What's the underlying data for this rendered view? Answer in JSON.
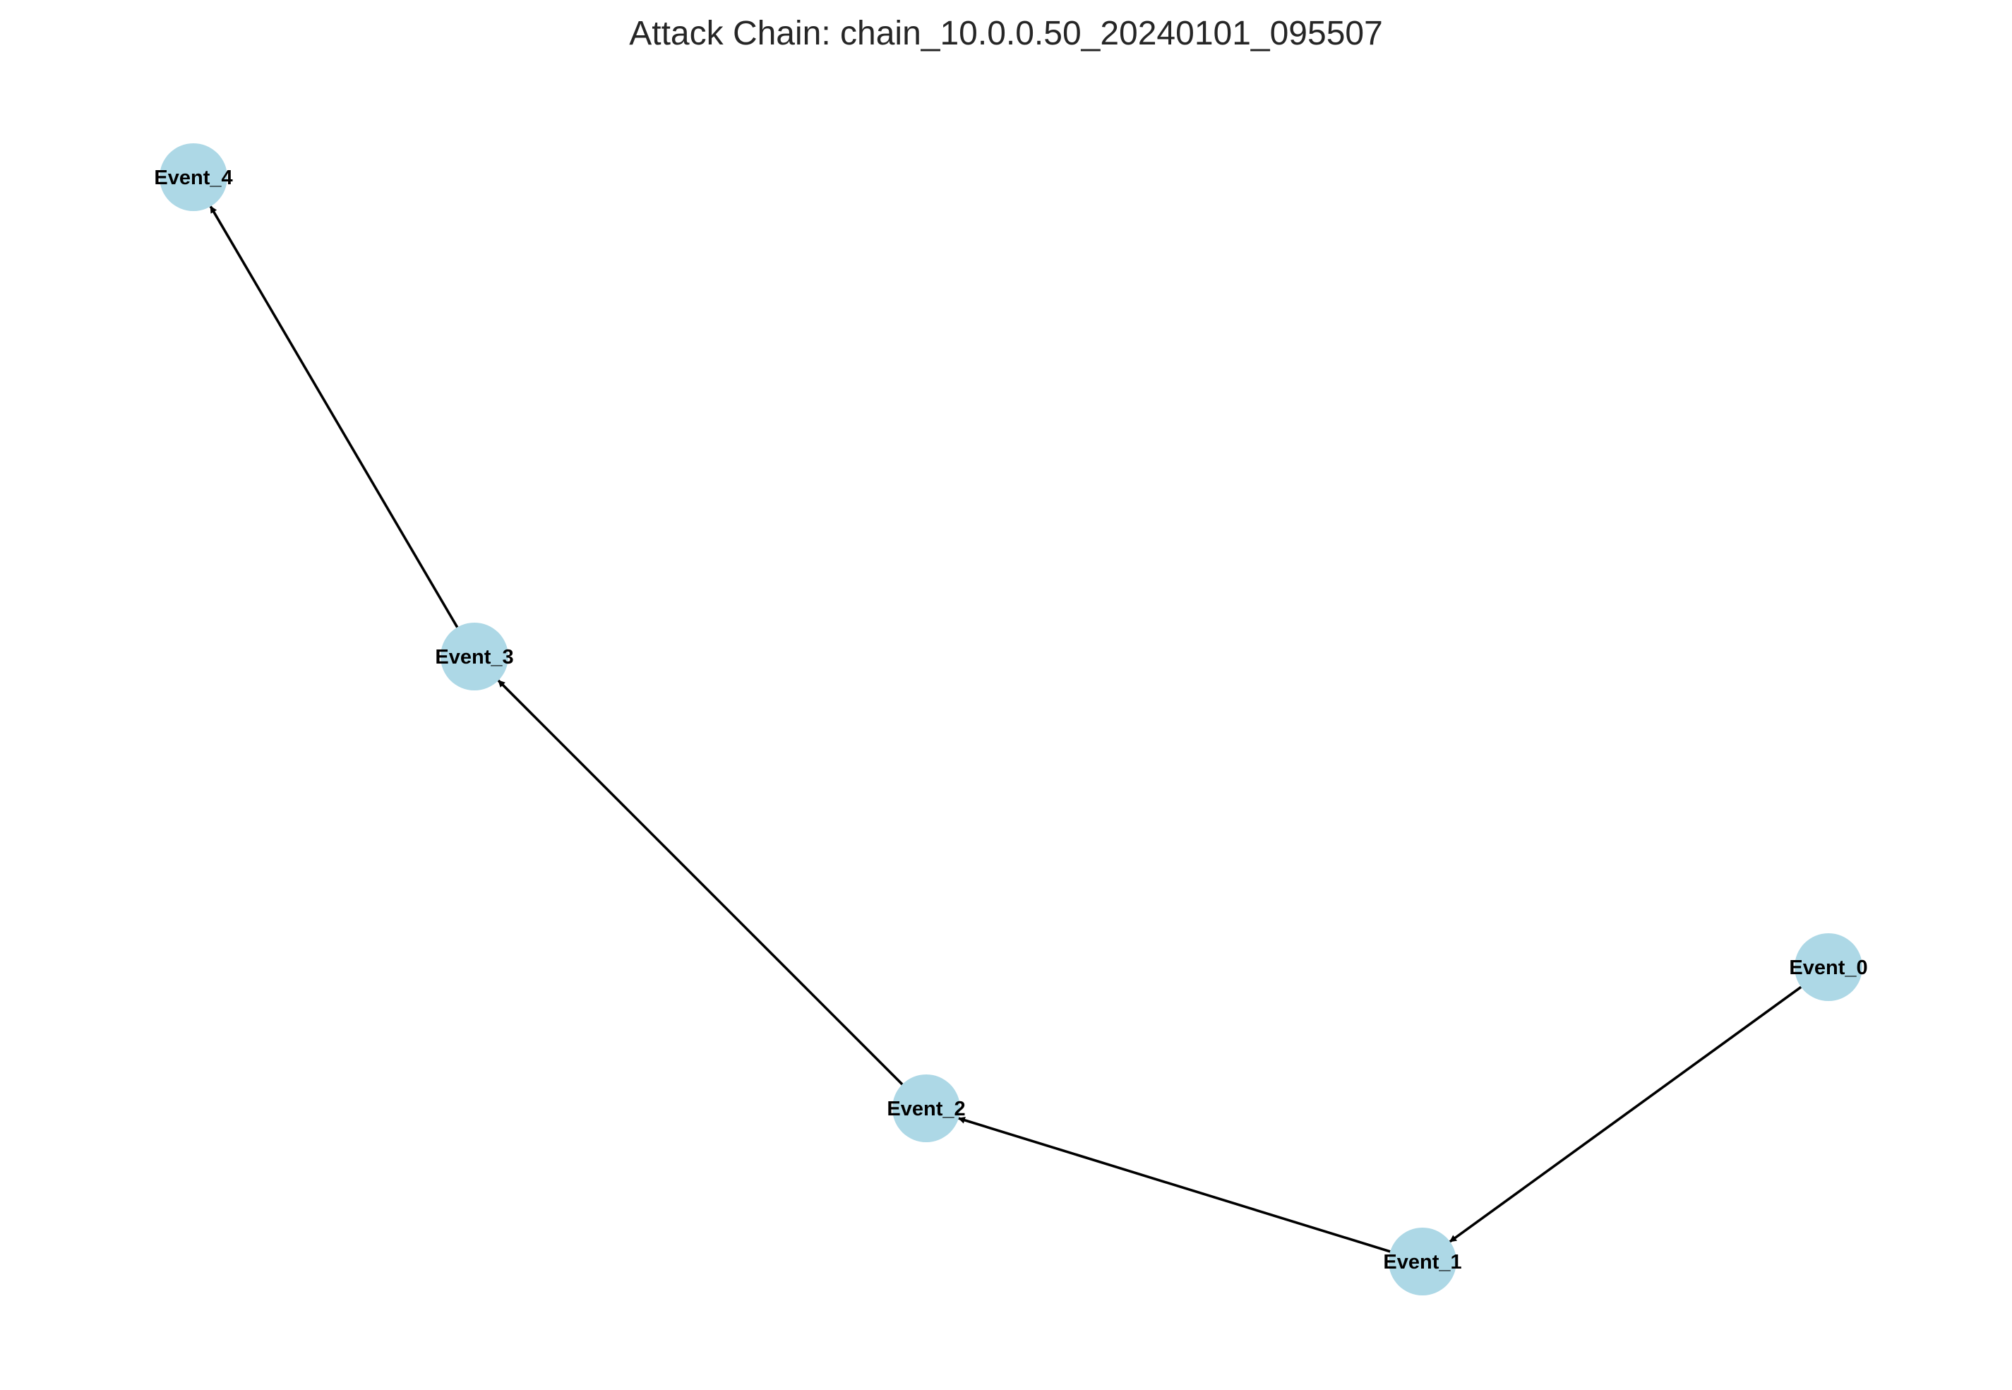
{
  "title": "Attack Chain: chain_10.0.0.50_20240101_095507",
  "colors": {
    "node_fill": "#add8e6",
    "edge": "#000000",
    "label": "#000000",
    "title": "#262626"
  },
  "nodes": [
    {
      "id": "Event_0",
      "label": "Event_0"
    },
    {
      "id": "Event_1",
      "label": "Event_1"
    },
    {
      "id": "Event_2",
      "label": "Event_2"
    },
    {
      "id": "Event_3",
      "label": "Event_3"
    },
    {
      "id": "Event_4",
      "label": "Event_4"
    }
  ],
  "edges": [
    {
      "from": "Event_0",
      "to": "Event_1"
    },
    {
      "from": "Event_1",
      "to": "Event_2"
    },
    {
      "from": "Event_2",
      "to": "Event_3"
    },
    {
      "from": "Event_3",
      "to": "Event_4"
    }
  ]
}
